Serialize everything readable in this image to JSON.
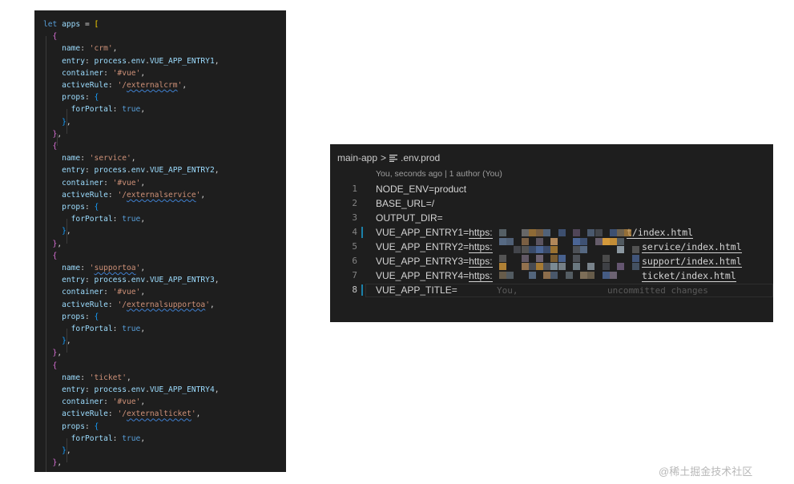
{
  "left_code": {
    "lines": [
      [
        [
          "kw",
          "let "
        ],
        [
          "var",
          "apps"
        ],
        [
          "op",
          " = "
        ],
        [
          "br1",
          "["
        ]
      ],
      [
        [
          "br2",
          "  {"
        ]
      ],
      [
        [
          "prop",
          "    name"
        ],
        [
          "op",
          ": "
        ],
        [
          "str",
          "'crm'"
        ],
        [
          "op",
          ","
        ]
      ],
      [
        [
          "prop",
          "    entry"
        ],
        [
          "op",
          ": "
        ],
        [
          "var",
          "process"
        ],
        [
          "op",
          "."
        ],
        [
          "var",
          "env"
        ],
        [
          "op",
          "."
        ],
        [
          "var",
          "VUE_APP_ENTRY1"
        ],
        [
          "op",
          ","
        ]
      ],
      [
        [
          "prop",
          "    container"
        ],
        [
          "op",
          ": "
        ],
        [
          "str",
          "'#vue'"
        ],
        [
          "op",
          ","
        ]
      ],
      [
        [
          "prop",
          "    activeRule"
        ],
        [
          "op",
          ": "
        ],
        [
          "str",
          "'/"
        ],
        [
          "str squig",
          "externalcrm"
        ],
        [
          "str",
          "'"
        ],
        [
          "op",
          ","
        ]
      ],
      [
        [
          "prop",
          "    props"
        ],
        [
          "op",
          ": "
        ],
        [
          "br3",
          "{"
        ]
      ],
      [
        [
          "prop",
          "      forPortal"
        ],
        [
          "op",
          ": "
        ],
        [
          "bool",
          "true"
        ],
        [
          "op",
          ","
        ]
      ],
      [
        [
          "br3",
          "    }"
        ],
        [
          "op",
          ","
        ]
      ],
      [
        [
          "br2",
          "  }"
        ],
        [
          "op",
          ","
        ]
      ],
      [
        [
          "br2",
          "  {"
        ]
      ],
      [
        [
          "prop",
          "    name"
        ],
        [
          "op",
          ": "
        ],
        [
          "str",
          "'service'"
        ],
        [
          "op",
          ","
        ]
      ],
      [
        [
          "prop",
          "    entry"
        ],
        [
          "op",
          ": "
        ],
        [
          "var",
          "process"
        ],
        [
          "op",
          "."
        ],
        [
          "var",
          "env"
        ],
        [
          "op",
          "."
        ],
        [
          "var",
          "VUE_APP_ENTRY2"
        ],
        [
          "op",
          ","
        ]
      ],
      [
        [
          "prop",
          "    container"
        ],
        [
          "op",
          ": "
        ],
        [
          "str",
          "'#vue'"
        ],
        [
          "op",
          ","
        ]
      ],
      [
        [
          "prop",
          "    activeRule"
        ],
        [
          "op",
          ": "
        ],
        [
          "str",
          "'/"
        ],
        [
          "str squig",
          "externalservice"
        ],
        [
          "str",
          "'"
        ],
        [
          "op",
          ","
        ]
      ],
      [
        [
          "prop",
          "    props"
        ],
        [
          "op",
          ": "
        ],
        [
          "br3",
          "{"
        ]
      ],
      [
        [
          "prop",
          "      forPortal"
        ],
        [
          "op",
          ": "
        ],
        [
          "bool",
          "true"
        ],
        [
          "op",
          ","
        ]
      ],
      [
        [
          "br3",
          "    }"
        ],
        [
          "op",
          ","
        ]
      ],
      [
        [
          "br2",
          "  }"
        ],
        [
          "op",
          ","
        ]
      ],
      [
        [
          "br2",
          "  {"
        ]
      ],
      [
        [
          "prop",
          "    name"
        ],
        [
          "op",
          ": "
        ],
        [
          "str",
          "'"
        ],
        [
          "str squig",
          "supportoa"
        ],
        [
          "str",
          "'"
        ],
        [
          "op",
          ","
        ]
      ],
      [
        [
          "prop",
          "    entry"
        ],
        [
          "op",
          ": "
        ],
        [
          "var",
          "process"
        ],
        [
          "op",
          "."
        ],
        [
          "var",
          "env"
        ],
        [
          "op",
          "."
        ],
        [
          "var",
          "VUE_APP_ENTRY3"
        ],
        [
          "op",
          ","
        ]
      ],
      [
        [
          "prop",
          "    container"
        ],
        [
          "op",
          ": "
        ],
        [
          "str",
          "'#vue'"
        ],
        [
          "op",
          ","
        ]
      ],
      [
        [
          "prop",
          "    activeRule"
        ],
        [
          "op",
          ": "
        ],
        [
          "str",
          "'/"
        ],
        [
          "str squig",
          "externalsupportoa"
        ],
        [
          "str",
          "'"
        ],
        [
          "op",
          ","
        ]
      ],
      [
        [
          "prop",
          "    props"
        ],
        [
          "op",
          ": "
        ],
        [
          "br3",
          "{"
        ]
      ],
      [
        [
          "prop",
          "      forPortal"
        ],
        [
          "op",
          ": "
        ],
        [
          "bool",
          "true"
        ],
        [
          "op",
          ","
        ]
      ],
      [
        [
          "br3",
          "    }"
        ],
        [
          "op",
          ","
        ]
      ],
      [
        [
          "br2",
          "  }"
        ],
        [
          "op",
          ","
        ]
      ],
      [
        [
          "br2",
          "  {"
        ]
      ],
      [
        [
          "prop",
          "    name"
        ],
        [
          "op",
          ": "
        ],
        [
          "str",
          "'ticket'"
        ],
        [
          "op",
          ","
        ]
      ],
      [
        [
          "prop",
          "    entry"
        ],
        [
          "op",
          ": "
        ],
        [
          "var",
          "process"
        ],
        [
          "op",
          "."
        ],
        [
          "var",
          "env"
        ],
        [
          "op",
          "."
        ],
        [
          "var",
          "VUE_APP_ENTRY4"
        ],
        [
          "op",
          ","
        ]
      ],
      [
        [
          "prop",
          "    container"
        ],
        [
          "op",
          ": "
        ],
        [
          "str",
          "'#vue'"
        ],
        [
          "op",
          ","
        ]
      ],
      [
        [
          "prop",
          "    activeRule"
        ],
        [
          "op",
          ": "
        ],
        [
          "str",
          "'/"
        ],
        [
          "str squig",
          "externalticket"
        ],
        [
          "str",
          "'"
        ],
        [
          "op",
          ","
        ]
      ],
      [
        [
          "prop",
          "    props"
        ],
        [
          "op",
          ": "
        ],
        [
          "br3",
          "{"
        ]
      ],
      [
        [
          "prop",
          "      forPortal"
        ],
        [
          "op",
          ": "
        ],
        [
          "bool",
          "true"
        ],
        [
          "op",
          ","
        ]
      ],
      [
        [
          "br3",
          "    }"
        ],
        [
          "op",
          ","
        ]
      ],
      [
        [
          "br2",
          "  }"
        ],
        [
          "op",
          ","
        ]
      ]
    ]
  },
  "right_editor": {
    "breadcrumb": {
      "folder": "main-app",
      "separator": ">",
      "file": ".env.prod",
      "file_icon": "lines-icon"
    },
    "blame_header": "You, seconds ago | 1 author (You)",
    "line_numbers": [
      "1",
      "2",
      "3",
      "4",
      "5",
      "6",
      "7",
      "8"
    ],
    "lines": [
      {
        "text": "NODE_ENV=product"
      },
      {
        "text": "BASE_URL=/"
      },
      {
        "text": "OUTPUT_DIR="
      },
      {
        "key": "VUE_APP_ENTRY1=",
        "url_start": "https:",
        "url_end": "t/index.html"
      },
      {
        "key": "VUE_APP_ENTRY2=",
        "url_start": "https:",
        "url_end": "service/index.html"
      },
      {
        "key": "VUE_APP_ENTRY3=",
        "url_start": "https:",
        "url_end": "support/index.html"
      },
      {
        "key": "VUE_APP_ENTRY4=",
        "url_start": "https:",
        "url_end": "ticket/index.html"
      },
      {
        "text": "VUE_APP_TITLE="
      }
    ],
    "inline_blame_start": "You,",
    "inline_blame_end": "uncommitted changes"
  },
  "watermark": "@稀土掘金技术社区"
}
